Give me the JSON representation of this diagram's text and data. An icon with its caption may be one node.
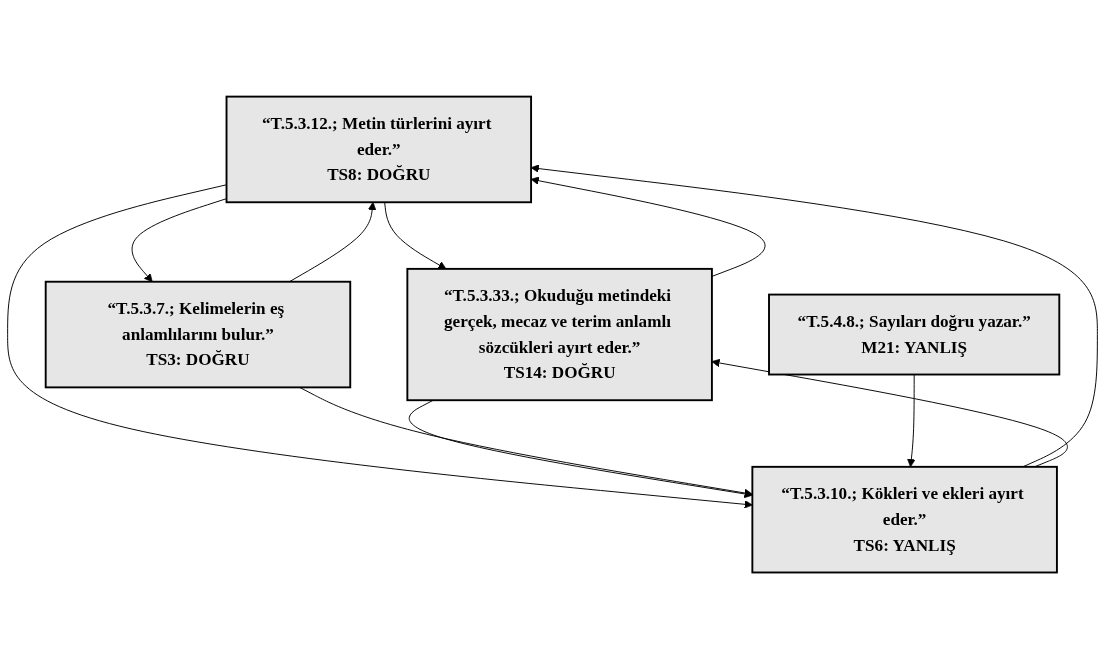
{
  "diagram": {
    "nodes": [
      {
        "text": [
          "“T.5.3.12.; Metin türlerini ayırt eder.”",
          "TS8: DOĞRU"
        ]
      },
      {
        "text": [
          "“T.5.3.33.; Okuduğu metindeki gerçek, mecaz ve terim anlamlı sözcükleri ayırt eder.”",
          "TS14: DOĞRU"
        ]
      },
      {
        "text": [
          "“T.5.3.10.; Kökleri ve ekleri ayırt eder.”",
          "TS6: YANLIŞ"
        ]
      },
      {
        "text": [
          "“T.5.3.7.; Kelimelerin eş anlamlılarını bulur.”",
          "TS3: DOĞRU"
        ]
      },
      {
        "text": [
          "“T.5.4.8.; Sayıları doğru yazar.”",
          "M21: YANLIŞ"
        ]
      }
    ],
    "edges": [
      {
        "from": 1,
        "to": 0,
        "arrow": "to"
      },
      {
        "from": 0,
        "to": 1,
        "arrow": "to"
      },
      {
        "from": 2,
        "to": 0,
        "arrow": "to"
      },
      {
        "from": 0,
        "to": 2,
        "arrow": "to"
      },
      {
        "from": 0,
        "to": 3,
        "arrow": "to"
      },
      {
        "from": 3,
        "to": 0,
        "arrow": "to"
      },
      {
        "from": 1,
        "to": 2,
        "arrow": "to"
      },
      {
        "from": 2,
        "to": 1,
        "arrow": "to"
      },
      {
        "from": 3,
        "to": 2,
        "arrow": "to"
      },
      {
        "from": 4,
        "to": 2,
        "arrow": "to"
      }
    ]
  }
}
